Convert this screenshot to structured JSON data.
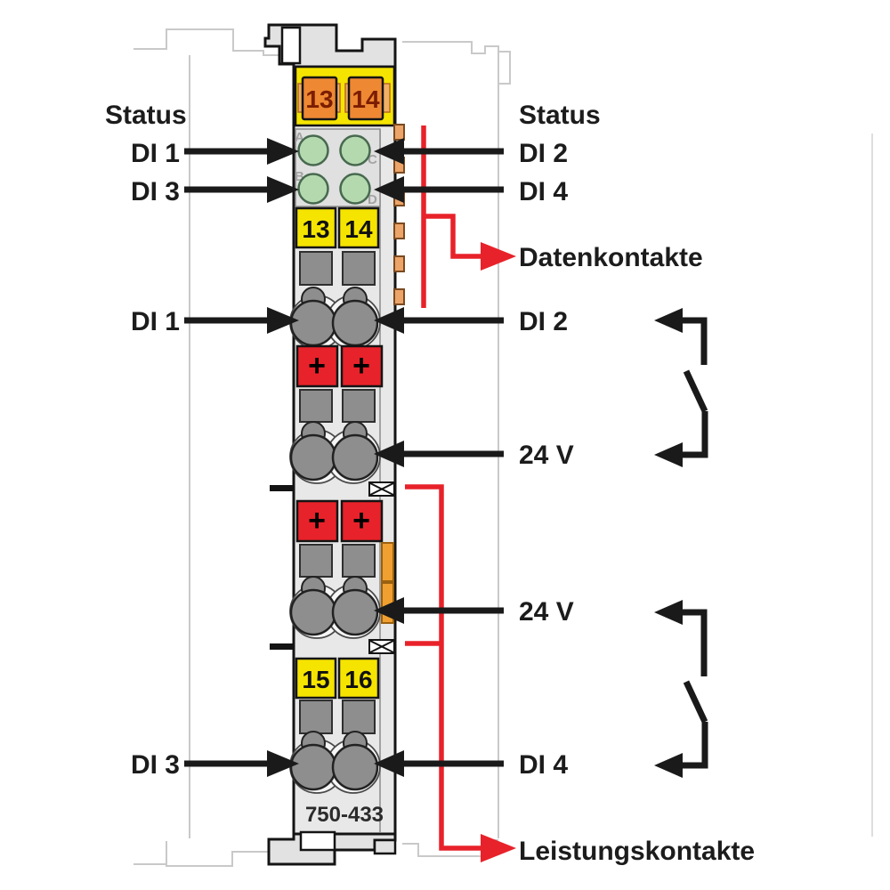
{
  "module": {
    "model": "750-433",
    "top_connector_terminals": [
      "13",
      "14"
    ],
    "field_terminals_upper": [
      "13",
      "14"
    ],
    "field_terminals_lower": [
      "15",
      "16"
    ],
    "plus_label": "+",
    "led_letters": [
      "A",
      "B",
      "C",
      "D"
    ]
  },
  "labels": {
    "status_left": "Status",
    "status_right": "Status",
    "di1_status": "DI 1",
    "di2_status": "DI 2",
    "di3_status": "DI 3",
    "di4_status": "DI 4",
    "di1_input": "DI 1",
    "di2_input": "DI 2",
    "supply_24v_upper": "24 V",
    "supply_24v_lower": "24 V",
    "di3_input": "DI 3",
    "di4_input": "DI 4",
    "data_contacts": "Datenkontakte",
    "power_contacts": "Leistungskontakte"
  },
  "colors": {
    "accent_red": "#e8222a",
    "terminal_yellow": "#f5e400",
    "terminal_orange": "#ee8833",
    "led_green": "#b5d9af",
    "body_gray": "#e8e8e8",
    "clamp_gray": "#8e8e8e",
    "contact_gold": "#eda468",
    "arrow_black": "#1a1a1a",
    "ghost_gray": "#c9c9c9"
  }
}
